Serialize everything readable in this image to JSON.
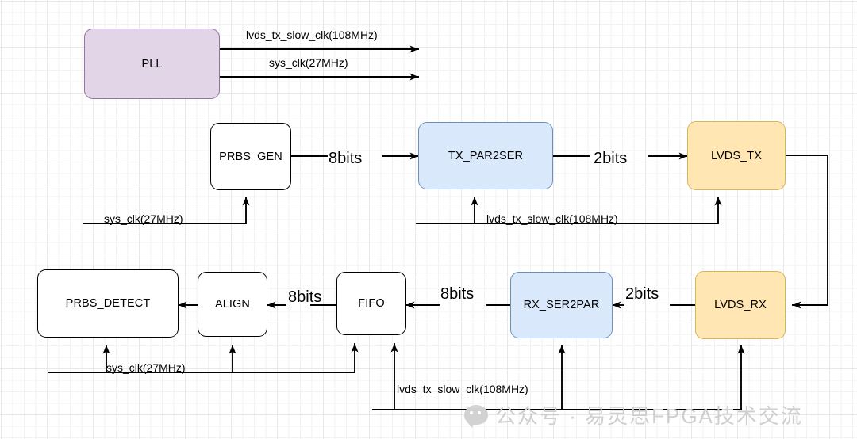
{
  "diagram": {
    "title": "LVDS PRBS loopback block diagram",
    "colors": {
      "purple_fill": "#e1d5e7",
      "purple_stroke": "#9673a6",
      "blue_fill": "#dae8fc",
      "blue_stroke": "#6c8ebf",
      "yellow_fill": "#ffe6b3",
      "yellow_stroke": "#d6b656",
      "plain_fill": "#ffffff",
      "plain_stroke": "#000000",
      "line": "#000000",
      "grid_minor": "#f2f2f2",
      "grid_major": "#e8e8e8",
      "watermark": "#cfcfcf"
    },
    "nodes": [
      {
        "id": "pll",
        "label": "PLL"
      },
      {
        "id": "prbs_gen",
        "label": "PRBS_GEN"
      },
      {
        "id": "tx_par2ser",
        "label": "TX_PAR2SER"
      },
      {
        "id": "lvds_tx",
        "label": "LVDS_TX"
      },
      {
        "id": "prbs_detect",
        "label": "PRBS_DETECT"
      },
      {
        "id": "align",
        "label": "ALIGN"
      },
      {
        "id": "fifo",
        "label": "FIFO"
      },
      {
        "id": "rx_ser2par",
        "label": "RX_SER2PAR"
      },
      {
        "id": "lvds_rx",
        "label": "LVDS_RX"
      }
    ],
    "edge_labels": {
      "pll_out_fast": "lvds_tx_slow_clk(108MHz)",
      "pll_out_slow": "sys_clk(27MHz)",
      "gen_to_par2ser": "8bits",
      "par2ser_to_lvdstx": "2bits",
      "clk_row2_sys": "sys_clk(27MHz)",
      "clk_row2_fast": "lvds_tx_slow_clk(108MHz)",
      "fifo_to_align": "8bits",
      "rx_to_fifo": "8bits",
      "lvdsrx_to_rx": "2bits",
      "clk_row3_sys": "sys_clk(27MHz)",
      "clk_row3_fast": "lvds_tx_slow_clk(108MHz)"
    },
    "watermark": {
      "text": "公众号 · 易灵思FPGA技术交流",
      "icon": "wechat-icon"
    }
  }
}
